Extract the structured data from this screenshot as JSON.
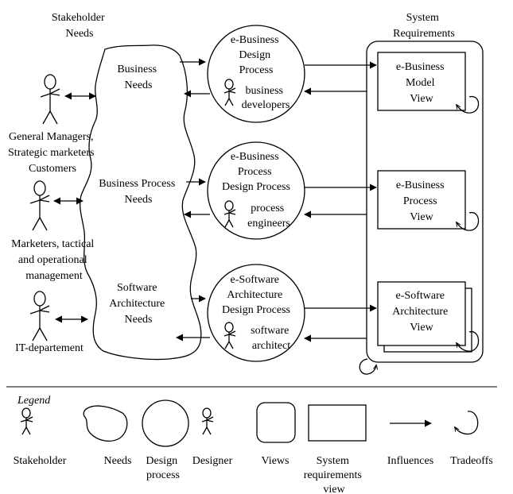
{
  "headers": {
    "stakeholder_needs": [
      "Stakeholder",
      "Needs"
    ],
    "system_requirements": [
      "System",
      "Requirements"
    ]
  },
  "needs": {
    "business": [
      "Business",
      "Needs"
    ],
    "process": [
      "Business Process",
      "Needs"
    ],
    "software": [
      "Software",
      "Architecture",
      "Needs"
    ]
  },
  "stakeholders": {
    "managers": [
      "General Managers,",
      "Strategic marketers",
      "Customers"
    ],
    "marketers": [
      "Marketers, tactical",
      "and operational",
      "management"
    ],
    "it": [
      "IT-departement"
    ]
  },
  "processes": {
    "business": {
      "title": [
        "e-Business",
        "Design",
        "Process"
      ],
      "designer": [
        "business",
        "developers"
      ]
    },
    "process": {
      "title": [
        "e-Business",
        "Process",
        "Design Process"
      ],
      "designer": [
        "process",
        "engineers"
      ]
    },
    "software": {
      "title": [
        "e-Software",
        "Architecture",
        "Design Process"
      ],
      "designer": [
        "software",
        "architect"
      ]
    }
  },
  "views": {
    "model": [
      "e-Business",
      "Model",
      "View"
    ],
    "process": [
      "e-Business",
      "Process",
      "View"
    ],
    "software": [
      "e-Software",
      "Architecture",
      "View"
    ]
  },
  "legend": {
    "title": "Legend",
    "items": {
      "stakeholder": [
        "Stakeholder"
      ],
      "needs": [
        "Needs"
      ],
      "design_process": [
        "Design",
        "process"
      ],
      "designer": [
        "Designer"
      ],
      "views": [
        "Views"
      ],
      "system_requirements_view": [
        "System",
        "requirements",
        "view"
      ],
      "influences": [
        "Influences"
      ],
      "tradeoffs": [
        "Tradeoffs"
      ]
    }
  }
}
